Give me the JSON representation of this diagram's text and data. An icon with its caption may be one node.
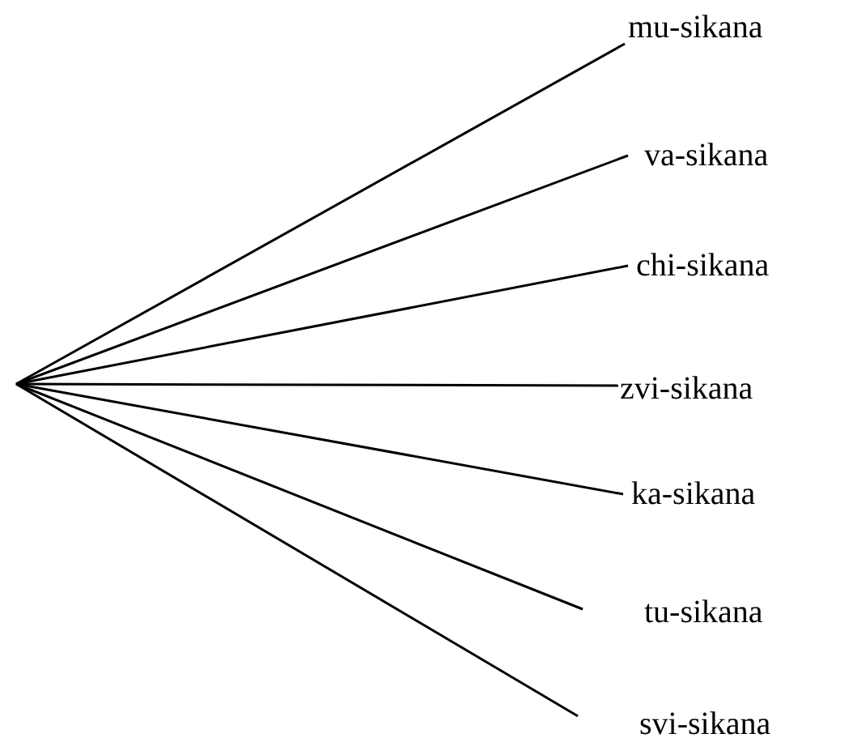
{
  "diagram": {
    "nodes": [
      {
        "text": [
          "mu-sikana"
        ]
      },
      {
        "text": [
          "va-sikana"
        ]
      },
      {
        "text": [
          "chi-sikana"
        ]
      },
      {
        "text": [
          "zvi-sikana"
        ]
      },
      {
        "text": [
          "ka-sikana"
        ]
      },
      {
        "text": [
          "tu-sikana"
        ]
      },
      {
        "text": [
          "svi-sikana"
        ]
      }
    ],
    "edges": [
      {
        "from": null,
        "to": 0,
        "arrow": "none"
      },
      {
        "from": null,
        "to": 1,
        "arrow": "none"
      },
      {
        "from": null,
        "to": 2,
        "arrow": "none"
      },
      {
        "from": null,
        "to": 3,
        "arrow": "none"
      },
      {
        "from": null,
        "to": 4,
        "arrow": "none"
      },
      {
        "from": null,
        "to": 5,
        "arrow": "none"
      },
      {
        "from": null,
        "to": 6,
        "arrow": "none"
      }
    ]
  }
}
